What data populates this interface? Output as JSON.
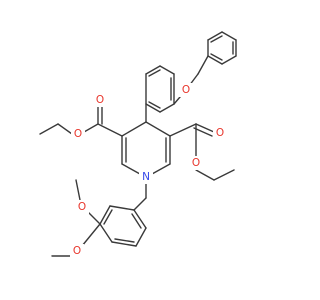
{
  "structure": {
    "atoms": {
      "o_ether": "O",
      "o_ester_left_carbonyl": "O",
      "o_ester_left_single": "O",
      "o_ester_right_carbonyl": "O",
      "o_ester_right_single": "O",
      "n_ring": "N",
      "o_methoxy_top": "O",
      "o_methoxy_bottom": "O"
    },
    "colors": {
      "bond": "#3a3a3a",
      "oxygen": "#e8352b",
      "nitrogen": "#3547e8"
    }
  }
}
